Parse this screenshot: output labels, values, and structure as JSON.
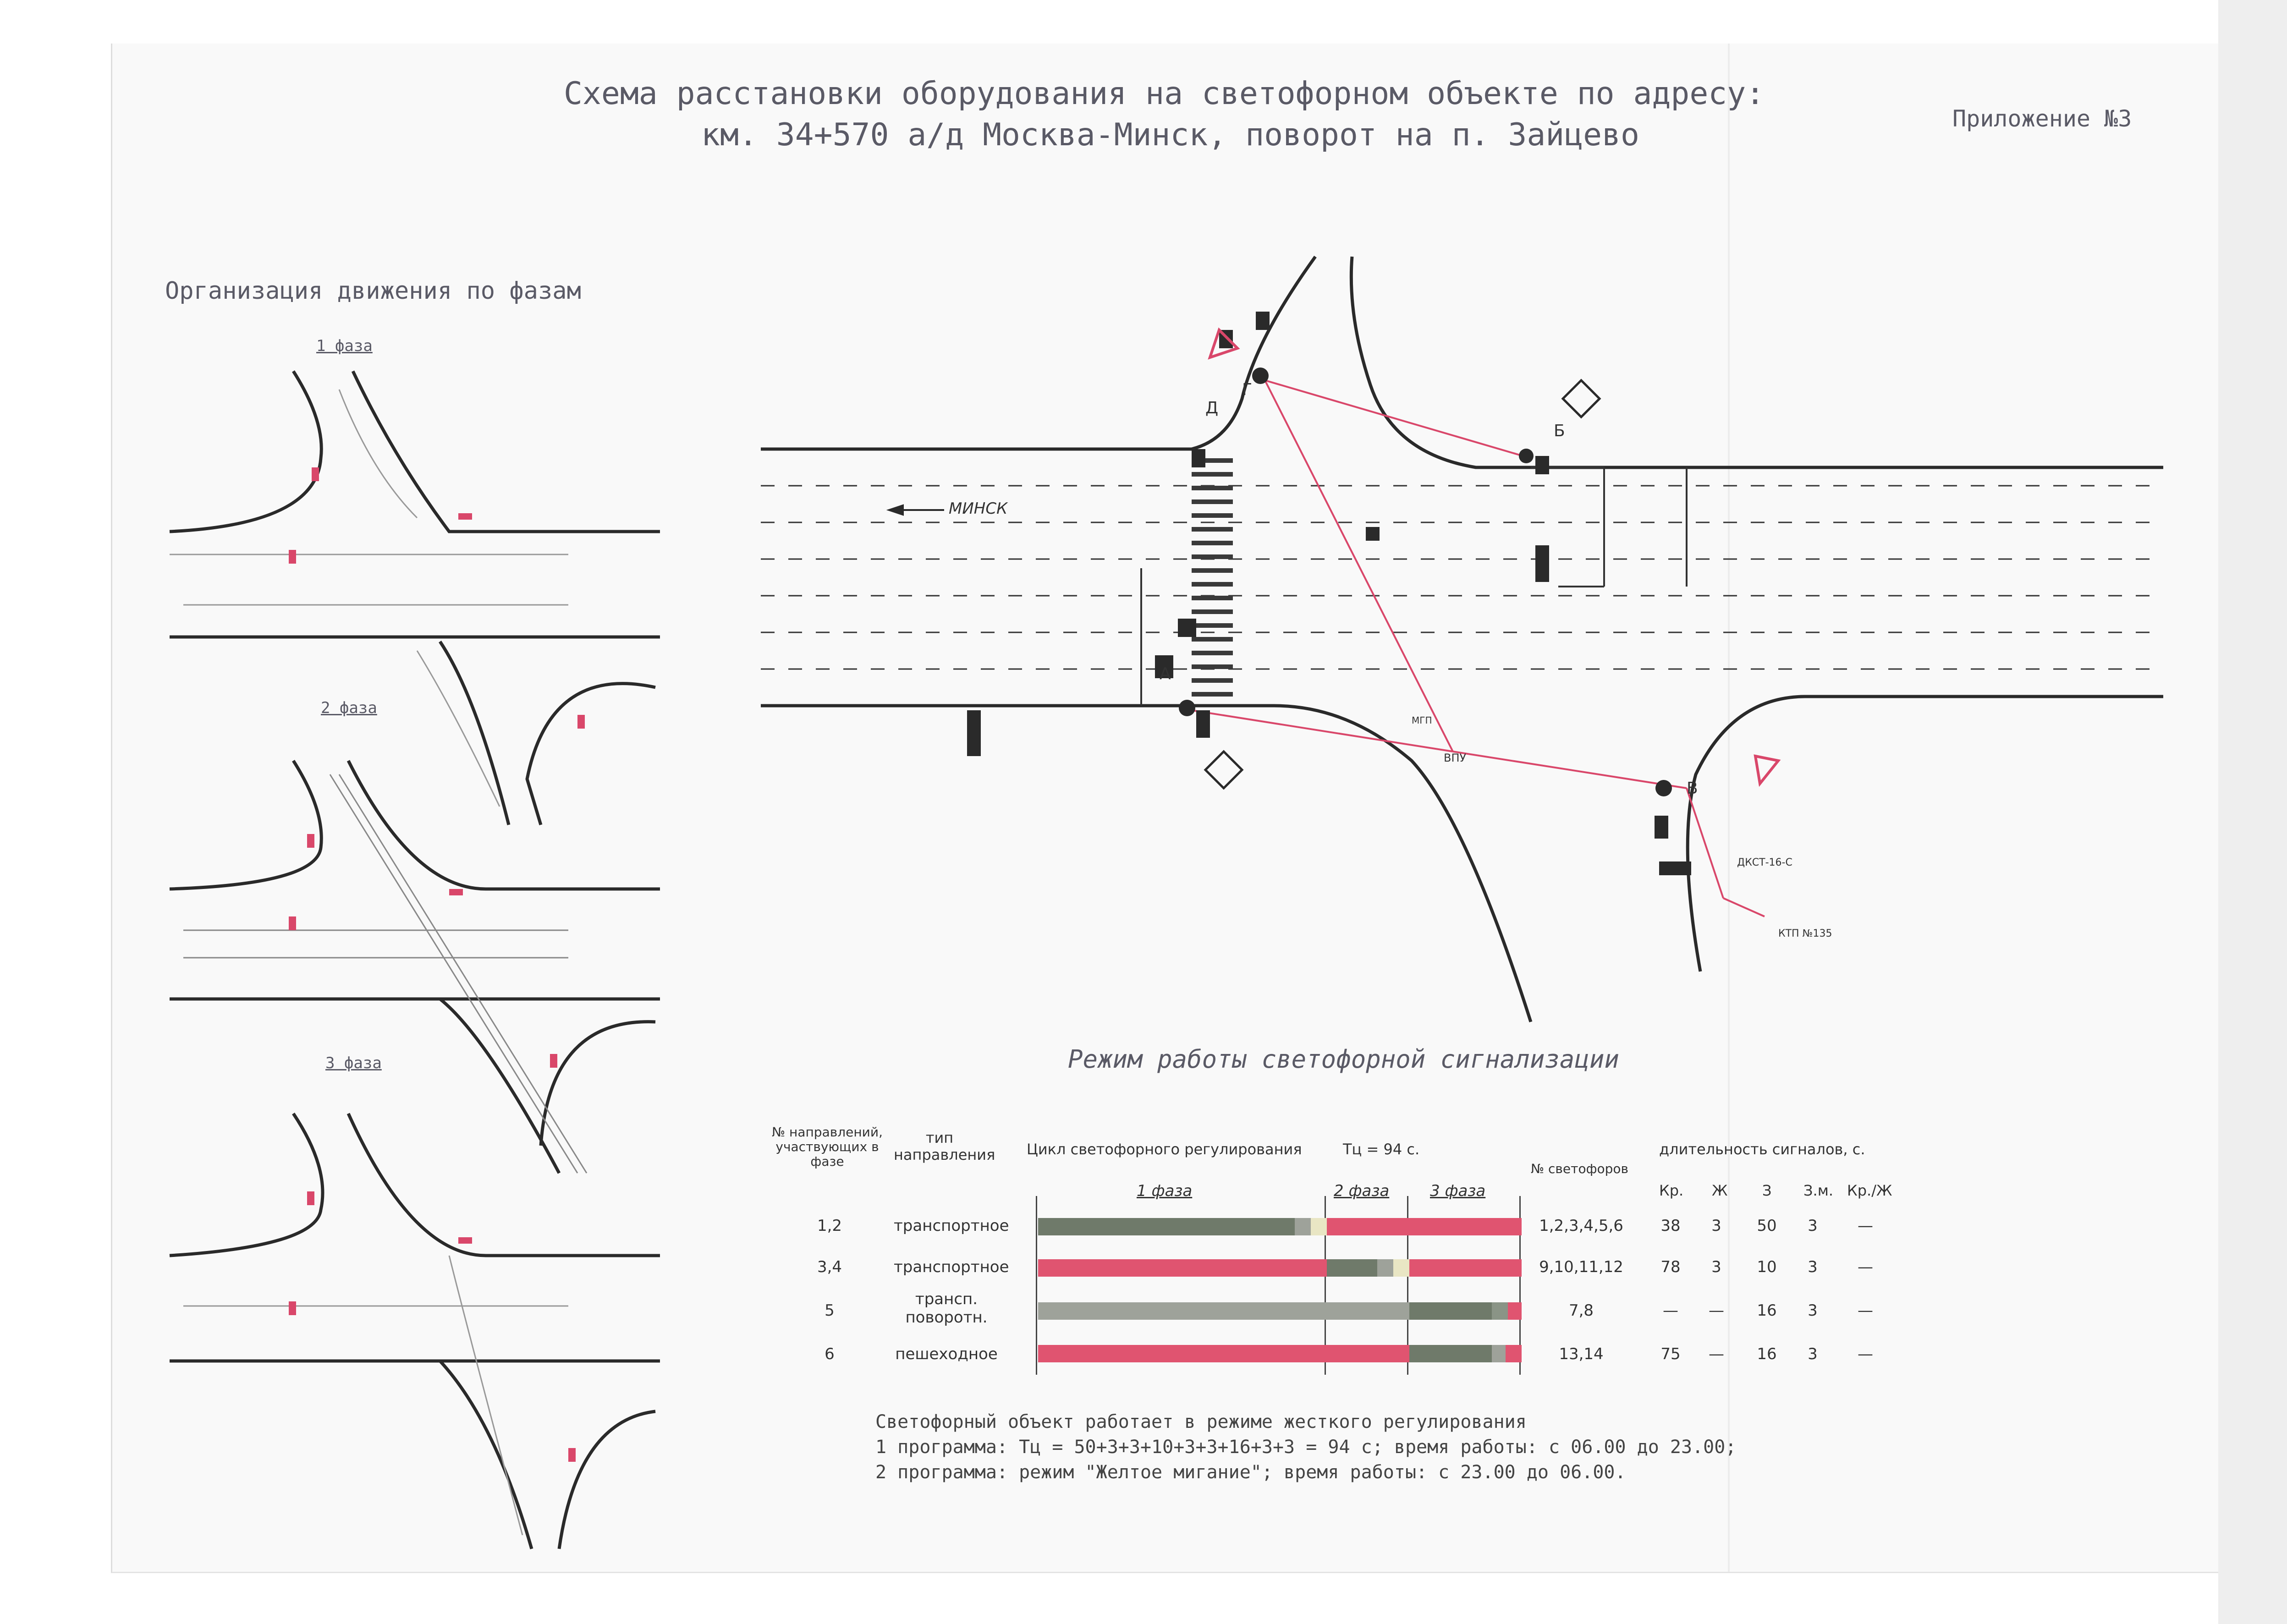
{
  "header": {
    "title_line1": "Схема расстановки оборудования на светофорном объекте по адресу:",
    "title_line2": "км. 34+570 а/д Москва-Минск, поворот на п. Зайцево",
    "appendix": "Приложение №3"
  },
  "phases": {
    "heading": "Организация движения по фазам",
    "phase1": "1 фаза",
    "phase2": "2 фаза",
    "phase3": "3 фаза"
  },
  "intersection": {
    "direction_label": "МИНСК",
    "controller_label": "ДКСТ-16-С",
    "substation_label": "КТП №135",
    "vpu_label": "ВПУ",
    "mgp_label": "МГП",
    "points": [
      "А",
      "Б",
      "В",
      "Г",
      "Д"
    ]
  },
  "signal_mode": {
    "heading": "Режим работы светофорной сигнализации",
    "col_directions": "№ направлений, участвующих в фазе",
    "col_type": "тип направления",
    "col_cycle": "Цикл светофорного регулирования",
    "cycle_value": "Тц = 94 с.",
    "col_lights": "№ светофоров",
    "col_duration": "длительность сигналов, с.",
    "sub_phase1": "1 фаза",
    "sub_phase2": "2 фаза",
    "sub_phase3": "3 фаза",
    "sub_headers": [
      "Кр.",
      "Ж",
      "З",
      "З.м.",
      "Кр./Ж"
    ],
    "rows": [
      {
        "dirs": "1,2",
        "type": "транспортное",
        "lights": "1,2,3,4,5,6",
        "kr": "38",
        "zh": "3",
        "z": "50",
        "zm": "3",
        "krzh": "—"
      },
      {
        "dirs": "3,4",
        "type": "транспортное",
        "lights": "9,10,11,12",
        "kr": "78",
        "zh": "3",
        "z": "10",
        "zm": "3",
        "krzh": "—"
      },
      {
        "dirs": "5",
        "type": "трансп. поворотн.",
        "lights": "7,8",
        "kr": "—",
        "zh": "—",
        "z": "16",
        "zm": "3",
        "krzh": "—"
      },
      {
        "dirs": "6",
        "type": "пешеходное",
        "lights": "13,14",
        "kr": "75",
        "zh": "—",
        "z": "16",
        "zm": "3",
        "krzh": "—"
      }
    ]
  },
  "notes": {
    "line1": "Светофорный объект работает в режиме жесткого регулирования",
    "line2": "1 программа: Тц = 50+3+3+10+3+3+16+3+3 = 94 с; время работы: с 06.00 до 23.00;",
    "line3": "2 программа: режим \"Желтое мигание\"; время работы: с 23.00 до 06.00."
  },
  "colors": {
    "green": "#6f7a6a",
    "red": "#e05470",
    "yellow": "#e9e6c4",
    "grey": "#9ea29a",
    "road": "#2a2a2a",
    "annotation": "#d9476a"
  }
}
